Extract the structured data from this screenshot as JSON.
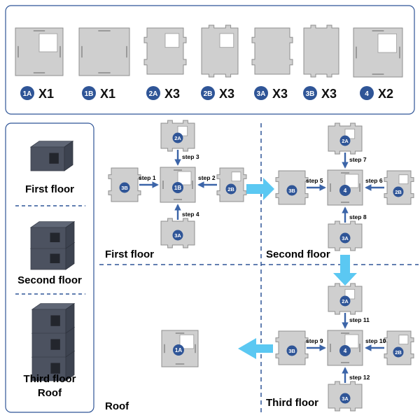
{
  "parts_legend": {
    "items": [
      {
        "badge": "1A",
        "count": "X1"
      },
      {
        "badge": "1B",
        "count": "X1"
      },
      {
        "badge": "2A",
        "count": "X3"
      },
      {
        "badge": "2B",
        "count": "X3"
      },
      {
        "badge": "3A",
        "count": "X3"
      },
      {
        "badge": "3B",
        "count": "X3"
      },
      {
        "badge": "4",
        "count": "X2"
      }
    ]
  },
  "floors_legend": {
    "items": [
      {
        "label": "First floor"
      },
      {
        "label": "Second floor"
      },
      {
        "label": "Third floor"
      },
      {
        "label": "Roof"
      }
    ]
  },
  "assembly": {
    "first_floor": {
      "title": "First floor",
      "center": "1B",
      "top": "2A",
      "left": "3B",
      "right": "2B",
      "bottom": "3A",
      "steps": [
        "step 1",
        "step 2",
        "step 3",
        "step 4"
      ]
    },
    "second_floor": {
      "title": "Second floor",
      "center": "4",
      "top": "2A",
      "left": "3B",
      "right": "2B",
      "bottom": "3A",
      "steps": [
        "step 5",
        "step 6",
        "step 7",
        "step 8"
      ]
    },
    "third_floor": {
      "title": "Third floor",
      "center": "4",
      "top": "2A",
      "left": "3B",
      "right": "2B",
      "bottom": "3A",
      "steps": [
        "step 9",
        "step 10",
        "step 11",
        "step 12"
      ]
    },
    "roof": {
      "title": "Roof",
      "center": "1A"
    }
  },
  "colors": {
    "badge": "#2f5597",
    "arrow": "#3b64a8",
    "big_arrow": "#5bc8f2",
    "panel": "#cfcfcf",
    "panel_stroke": "#8f8f8f",
    "frame": "#2f5597",
    "dash": "#2f5597"
  }
}
